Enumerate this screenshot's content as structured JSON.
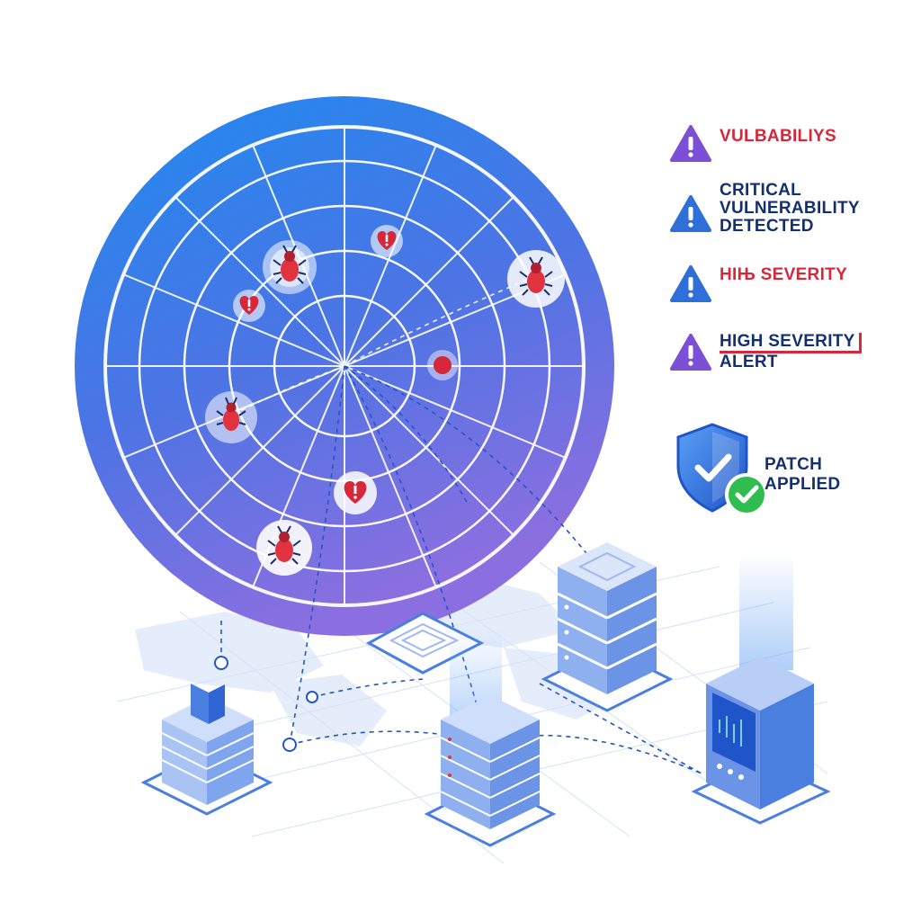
{
  "alerts": [
    {
      "lines": [
        "VULBABILIYS"
      ],
      "tone": "red",
      "icon": "purple-warning-triangle-icon"
    },
    {
      "lines": [
        "CRITICAL",
        "VULNERABILITY",
        "DETECTED"
      ],
      "tone": "navy",
      "icon": "blue-warning-triangle-icon"
    },
    {
      "lines": [
        "HIЊ SEVERITY"
      ],
      "tone": "red",
      "icon": "blue-warning-triangle-icon"
    },
    {
      "lines": [
        "HIGH SEVERITY",
        "ALERT"
      ],
      "tone": "navy",
      "icon": "purple-warning-triangle-icon"
    }
  ],
  "patch": {
    "lines": [
      "PATCH",
      "APPLIED"
    ],
    "icon": "shield-check-icon"
  },
  "colors": {
    "radar_top": "#1f8af0",
    "radar_bottom": "#8b6fe0",
    "alert_red": "#d6283a",
    "alert_navy": "#14306e",
    "triangle_blue": "#2f6fd8",
    "triangle_purple": "#7b4fd6",
    "check_green": "#2ebd4e",
    "server_blue": "#4a7fe0"
  }
}
